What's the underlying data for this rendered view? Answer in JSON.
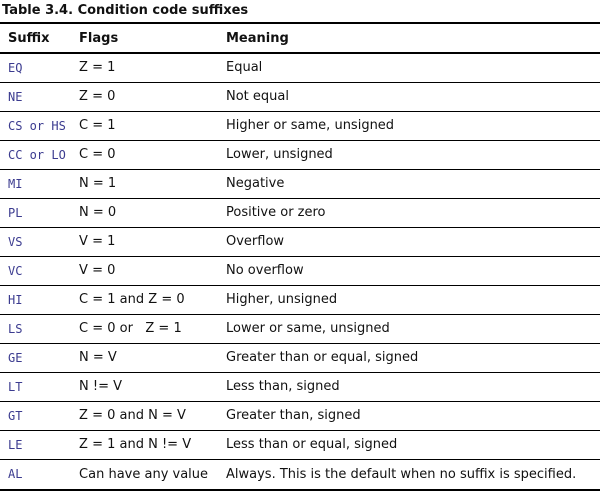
{
  "caption": "Table 3.4. Condition code suffixes",
  "headers": {
    "suffix": "Suffix",
    "flags": "Flags",
    "meaning": "Meaning"
  },
  "rows": [
    {
      "suffix": "EQ",
      "flags": "Z = 1",
      "meaning": "Equal"
    },
    {
      "suffix": "NE",
      "flags": "Z = 0",
      "meaning": "Not equal"
    },
    {
      "suffix": "CS or HS",
      "flags": "C = 1",
      "meaning": "Higher or same, unsigned"
    },
    {
      "suffix": "CC or LO",
      "flags": "C = 0",
      "meaning": "Lower, unsigned"
    },
    {
      "suffix": "MI",
      "flags": "N = 1",
      "meaning": "Negative"
    },
    {
      "suffix": "PL",
      "flags": "N = 0",
      "meaning": "Positive or zero"
    },
    {
      "suffix": "VS",
      "flags": "V = 1",
      "meaning": "Overflow"
    },
    {
      "suffix": "VC",
      "flags": "V = 0",
      "meaning": "No overflow"
    },
    {
      "suffix": "HI",
      "flags": "C = 1 and Z = 0",
      "meaning": "Higher, unsigned"
    },
    {
      "suffix": "LS",
      "flags": "C = 0 or   Z = 1",
      "meaning": "Lower or same, unsigned"
    },
    {
      "suffix": "GE",
      "flags": "N = V",
      "meaning": "Greater than or equal, signed"
    },
    {
      "suffix": "LT",
      "flags": "N != V",
      "meaning": "Less than, signed"
    },
    {
      "suffix": "GT",
      "flags": "Z = 0 and N = V",
      "meaning": "Greater than, signed"
    },
    {
      "suffix": "LE",
      "flags": "Z = 1 and N != V",
      "meaning": "Less than or equal, signed"
    },
    {
      "suffix": "AL",
      "flags": "Can have any value",
      "meaning": "Always. This is the default when no suffix is specified."
    }
  ]
}
